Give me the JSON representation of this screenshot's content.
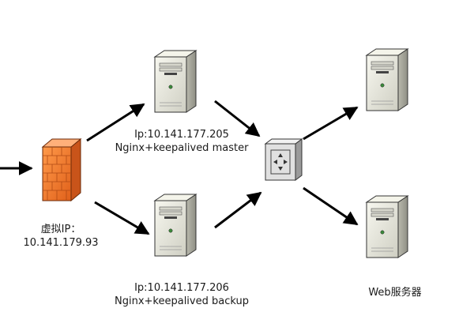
{
  "vip": {
    "line1": "虚拟IP：",
    "line2": "10.141.179.93"
  },
  "master": {
    "ip": "Ip:10.141.177.205",
    "role": "Nginx+keepalived master"
  },
  "backup": {
    "ip": "Ip:10.141.177.206",
    "role": "Nginx+keepalived backup"
  },
  "web": {
    "label": "Web服务器"
  },
  "colors": {
    "firewall": "#f07a2a",
    "server": "#e6e6dc",
    "arrow": "#000000",
    "switch": "#e0e0e0"
  },
  "icons": [
    "firewall-icon",
    "server-icon",
    "switch-icon",
    "arrow-icon"
  ]
}
